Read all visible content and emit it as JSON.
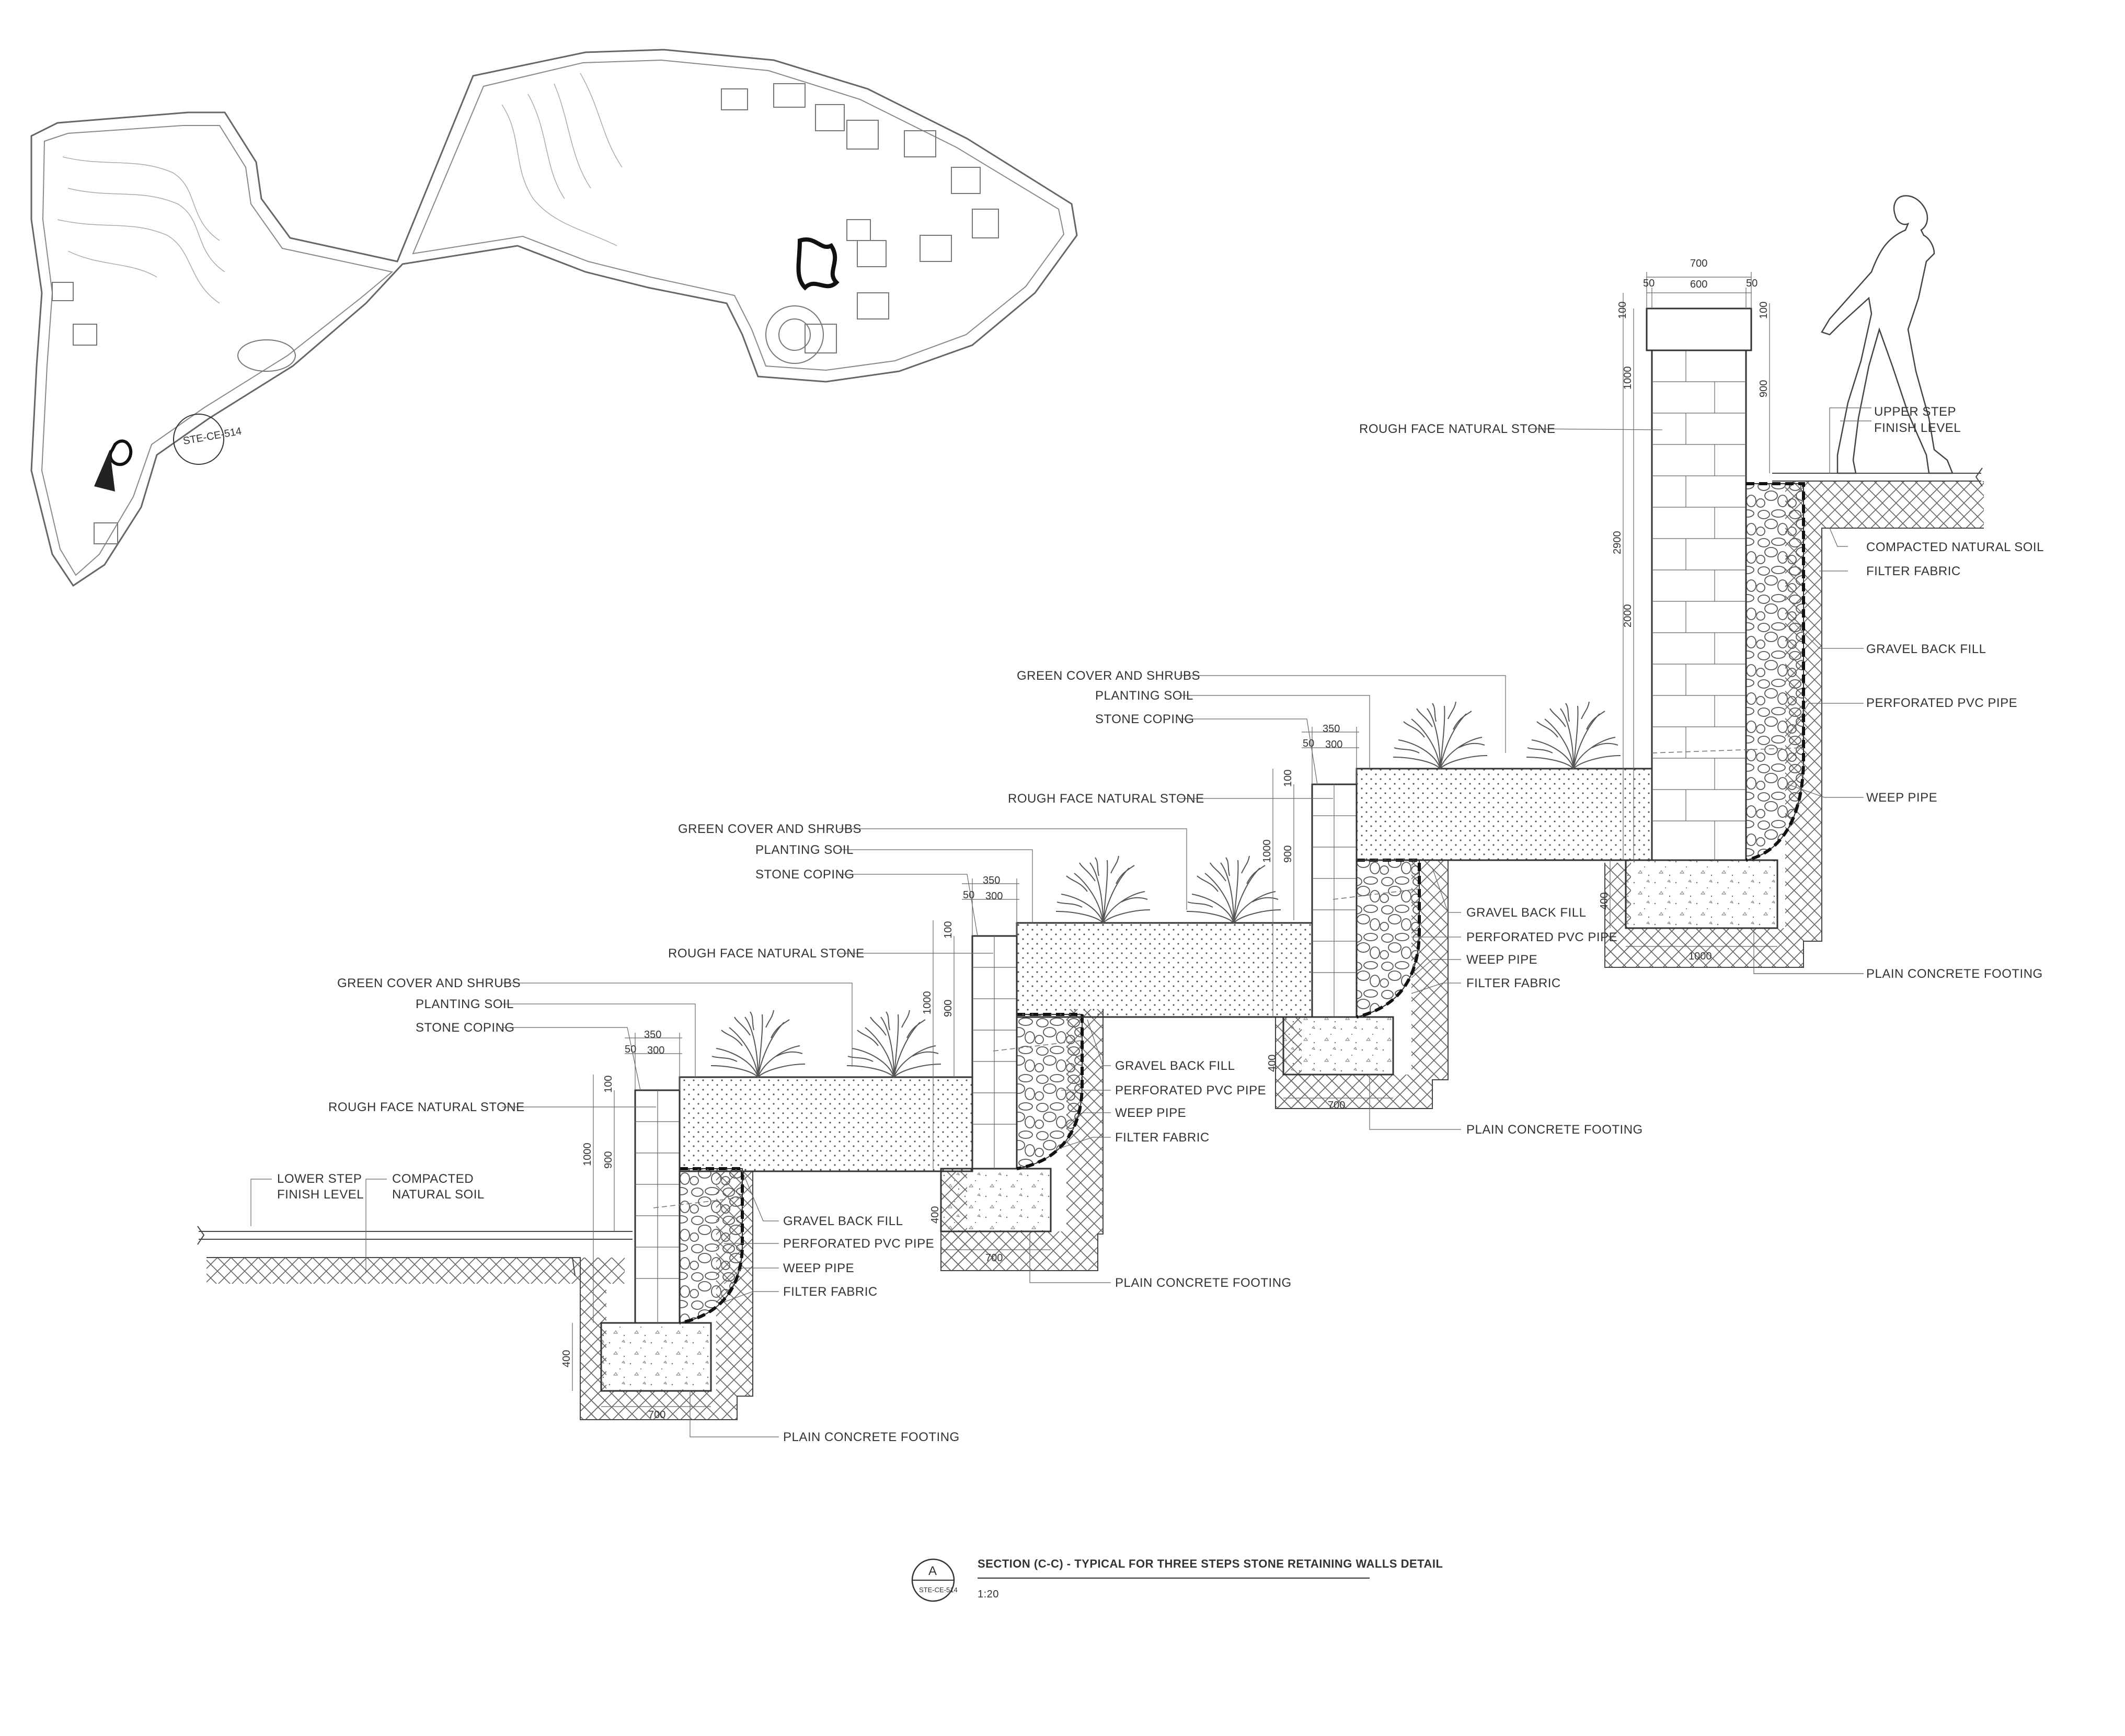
{
  "title": {
    "marker_letter": "A",
    "marker_ref": "STE-CE-514",
    "text": "SECTION (C-C) - TYPICAL FOR THREE STEPS STONE RETAINING WALLS  DETAIL",
    "scale": "1:20"
  },
  "labels": {
    "upper_step": [
      "UPPER STEP",
      "FINISH LEVEL"
    ],
    "lower_step": [
      "LOWER STEP",
      "FINISH LEVEL"
    ],
    "compacted_soil_left": [
      "COMPACTED",
      "NATURAL SOIL"
    ],
    "compacted_soil_right": "COMPACTED NATURAL SOIL",
    "filter_fabric": "FILTER FABRIC",
    "gravel_back_fill": "GRAVEL BACK FILL",
    "perforated_pvc_pipe": "PERFORATED PVC PIPE",
    "weep_pipe": "WEEP PIPE",
    "plain_concrete_footing": "PLAIN CONCRETE FOOTING",
    "rough_face_natural_stone": "ROUGH FACE NATURAL STONE",
    "green_cover_and_shrubs": "GREEN COVER AND SHRUBS",
    "planting_soil": "PLANTING SOIL",
    "stone_coping": "STONE COPING"
  },
  "dimensions": {
    "top_width": "700",
    "top_side": "50",
    "top_core": "600",
    "cap": "100",
    "upper_height": "1000",
    "guard_height": "900",
    "total_height": "2900",
    "lower_height": "2000",
    "footing_depth": "400",
    "big_footing_width": "1000",
    "coping": "350",
    "coping_offset": "50",
    "coping_core": "300",
    "wall_height": "1000",
    "wall_exposed": "900",
    "footing_width": "700"
  },
  "key_plan": {
    "callout": "STE-CE-514"
  }
}
